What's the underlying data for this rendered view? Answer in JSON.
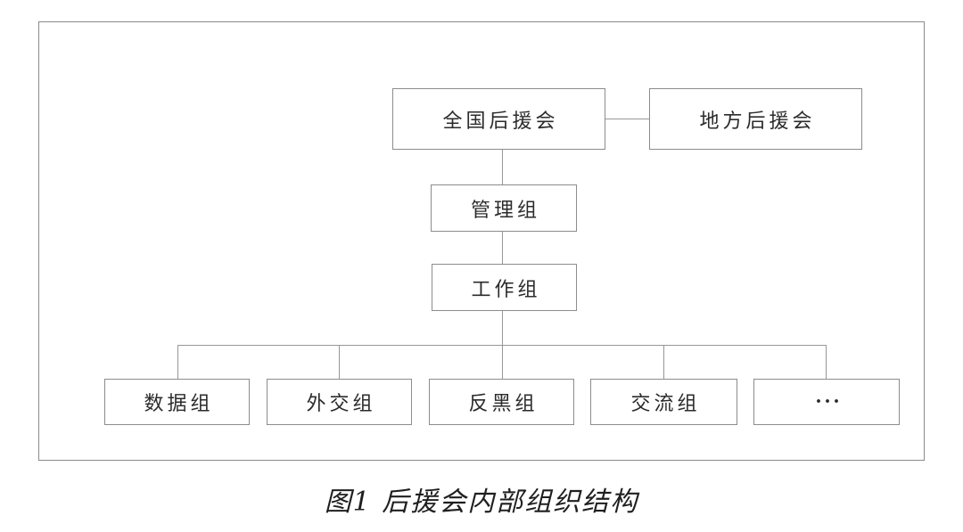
{
  "figure": {
    "caption": "图1 后援会内部组织结构",
    "nodes": {
      "national": {
        "label": "全国后援会"
      },
      "local": {
        "label": "地方后援会"
      },
      "management": {
        "label": "管理组"
      },
      "working": {
        "label": "工作组"
      },
      "data": {
        "label": "数据组"
      },
      "diplomacy": {
        "label": "外交组"
      },
      "antiblack": {
        "label": "反黑组"
      },
      "communication": {
        "label": "交流组"
      },
      "more": {
        "label": "···"
      }
    },
    "colors": {
      "box_border": "#8c8c8c",
      "frame_border": "#8a8a8a",
      "connector_line": "#979797",
      "text": "#2b2b2b",
      "background": "#ffffff"
    }
  }
}
